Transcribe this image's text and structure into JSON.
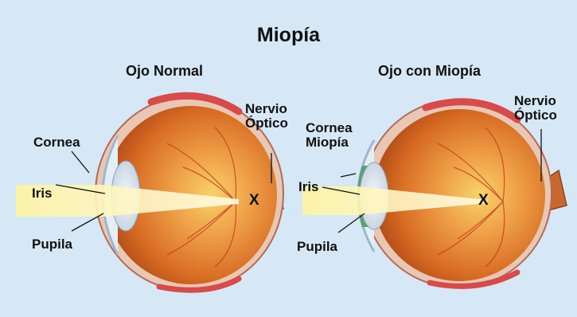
{
  "title": "Miopía",
  "panels": [
    {
      "heading": "Ojo Normal",
      "labels": {
        "nervio_line1": "Nervio",
        "nervio_line2": "Óptico",
        "cornea": "Cornea",
        "iris": "Iris",
        "pupila": "Pupila",
        "focus_mark": "X"
      }
    },
    {
      "heading": "Ojo con Miopía",
      "labels": {
        "nervio_line1": "Nervio",
        "nervio_line2": "Óptico",
        "cornea_line1": "Cornea",
        "cornea_line2": "Miopía",
        "iris": "Iris",
        "pupila": "Pupila",
        "focus_mark": "X"
      }
    }
  ],
  "colors": {
    "background": "#d6e8f6",
    "eyeball": "#e07a28",
    "sclera_rim": "#d94a4a",
    "light_beam": "#fff7c8",
    "optic_nerve": "#c8682e"
  }
}
